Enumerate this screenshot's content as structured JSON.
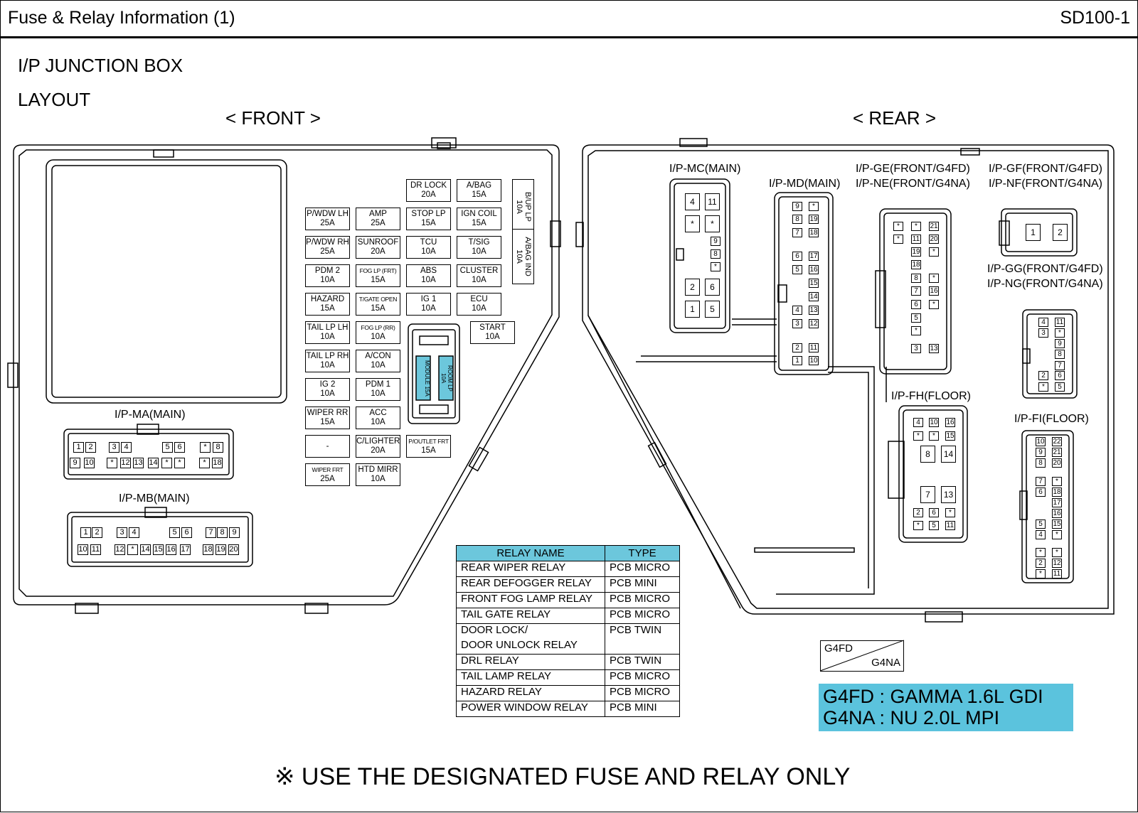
{
  "header": {
    "title": "Fuse & Relay Information (1)",
    "code": "SD100-1"
  },
  "section": {
    "title": "I/P JUNCTION BOX",
    "subtitle": "LAYOUT"
  },
  "views": {
    "front": "< FRONT >",
    "rear": "< REAR >"
  },
  "fuses": [
    {
      "name": "DR LOCK",
      "amp": "20A"
    },
    {
      "name": "A/BAG",
      "amp": "15A"
    },
    {
      "name": "P/WDW LH",
      "amp": "25A"
    },
    {
      "name": "AMP",
      "amp": "25A"
    },
    {
      "name": "STOP LP",
      "amp": "15A"
    },
    {
      "name": "IGN COIL",
      "amp": "15A"
    },
    {
      "name": "P/WDW RH",
      "amp": "25A"
    },
    {
      "name": "SUNROOF",
      "amp": "20A"
    },
    {
      "name": "TCU",
      "amp": "10A"
    },
    {
      "name": "T/SIG",
      "amp": "10A"
    },
    {
      "name": "PDM 2",
      "amp": "10A"
    },
    {
      "name": "FOG LP (FRT)",
      "amp": "15A"
    },
    {
      "name": "ABS",
      "amp": "10A"
    },
    {
      "name": "CLUSTER",
      "amp": "10A"
    },
    {
      "name": "HAZARD",
      "amp": "15A"
    },
    {
      "name": "T/GATE OPEN",
      "amp": "15A"
    },
    {
      "name": "IG 1",
      "amp": "10A"
    },
    {
      "name": "ECU",
      "amp": "10A"
    },
    {
      "name": "TAIL LP LH",
      "amp": "10A"
    },
    {
      "name": "FOG LP (RR)",
      "amp": "10A"
    },
    {
      "name": "START",
      "amp": "10A"
    },
    {
      "name": "TAIL LP RH",
      "amp": "10A"
    },
    {
      "name": "A/CON",
      "amp": "10A"
    },
    {
      "name": "IG 2",
      "amp": "10A"
    },
    {
      "name": "PDM 1",
      "amp": "10A"
    },
    {
      "name": "WIPER RR",
      "amp": "15A"
    },
    {
      "name": "ACC",
      "amp": "10A"
    },
    {
      "name": "-",
      "amp": ""
    },
    {
      "name": "C/LIGHTER",
      "amp": "20A"
    },
    {
      "name": "P/OUTLET FRT",
      "amp": "15A"
    },
    {
      "name": "WIPER FRT",
      "amp": "25A"
    },
    {
      "name": "HTD MIRR",
      "amp": "10A"
    }
  ],
  "vertical_fuses": [
    {
      "name": "B/UP LP",
      "amp": "10A"
    },
    {
      "name": "A/BAG IND",
      "amp": "10A"
    }
  ],
  "relay_block": {
    "left": "MODULE 15A",
    "right": "ROOM LP 10A",
    "color": "#6cc7dc"
  },
  "connectors": {
    "ma": {
      "label": "I/P-MA(MAIN)",
      "top": [
        "1",
        "2",
        "3",
        "4",
        "5",
        "6",
        "*",
        "8"
      ],
      "bottom": [
        "9",
        "10",
        "*",
        "12",
        "13",
        "14",
        "*",
        "*",
        "*",
        "18"
      ]
    },
    "mb": {
      "label": "I/P-MB(MAIN)",
      "top": [
        "1",
        "2",
        "3",
        "4",
        "5",
        "6",
        "7",
        "8",
        "9"
      ],
      "bottom": [
        "10",
        "11",
        "12",
        "*",
        "14",
        "15",
        "16",
        "17",
        "18",
        "19",
        "20"
      ]
    },
    "mc": {
      "label": "I/P-MC(MAIN)",
      "pins": [
        "4",
        "11",
        "*",
        "*",
        "9",
        "8",
        "*",
        "2",
        "6",
        "1",
        "5"
      ]
    },
    "md": {
      "label": "I/P-MD(MAIN)",
      "pins": [
        "9",
        "*",
        "8",
        "19",
        "7",
        "18",
        "6",
        "17",
        "5",
        "16",
        "15",
        "14",
        "4",
        "13",
        "3",
        "12",
        "2",
        "11",
        "1",
        "10"
      ]
    },
    "ge": {
      "label": "I/P-GE(FRONT/G4FD)",
      "label2": "I/P-NE(FRONT/G4NA)",
      "pins": [
        "*",
        "*",
        "21",
        "*",
        "11",
        "20",
        "19",
        "*",
        "18",
        "8",
        "*",
        "7",
        "16",
        "6",
        "*",
        "5",
        "*",
        "3",
        "13"
      ]
    },
    "gf": {
      "label": "I/P-GF(FRONT/G4FD)",
      "label2": "I/P-NF(FRONT/G4NA)",
      "pins": [
        "1",
        "2"
      ]
    },
    "gg": {
      "label": "I/P-GG(FRONT/G4FD)",
      "label2": "I/P-NG(FRONT/G4NA)",
      "pins": [
        "4",
        "11",
        "3",
        "*",
        "9",
        "8",
        "7",
        "2",
        "6",
        "*",
        "5"
      ]
    },
    "fh": {
      "label": "I/P-FH(FLOOR)",
      "pins": [
        "4",
        "10",
        "16",
        "*",
        "*",
        "15",
        "8",
        "14",
        "7",
        "13",
        "2",
        "6",
        "*",
        "*",
        "5",
        "11"
      ]
    },
    "fi": {
      "label": "I/P-FI(FLOOR)",
      "pins": [
        "10",
        "22",
        "9",
        "21",
        "8",
        "20",
        "7",
        "*",
        "6",
        "18",
        "17",
        "16",
        "5",
        "15",
        "4",
        "*",
        "*",
        "*",
        "2",
        "12",
        "*",
        "11"
      ]
    }
  },
  "relay_table": {
    "headers": [
      "RELAY NAME",
      "TYPE"
    ],
    "rows": [
      {
        "name": "REAR WIPER RELAY",
        "type": "PCB MICRO"
      },
      {
        "name": "REAR DEFOGGER RELAY",
        "type": "PCB MINI"
      },
      {
        "name": "FRONT FOG LAMP RELAY",
        "type": "PCB MICRO"
      },
      {
        "name": "TAIL GATE RELAY",
        "type": "PCB MICRO"
      },
      {
        "name": "DOOR LOCK/",
        "name2": "DOOR UNLOCK RELAY",
        "type": "PCB TWIN"
      },
      {
        "name": "DRL RELAY",
        "type": "PCB TWIN"
      },
      {
        "name": "TAIL LAMP RELAY",
        "type": "PCB MICRO"
      },
      {
        "name": "HAZARD RELAY",
        "type": "PCB MICRO"
      },
      {
        "name": "POWER WINDOW RELAY",
        "type": "PCB MINI"
      }
    ]
  },
  "legend": {
    "a": "G4FD",
    "b": "G4NA"
  },
  "engines": {
    "line1": "G4FD : GAMMA 1.6L GDI",
    "line2": "G4NA : NU 2.0L MPI",
    "color": "#5bc3dd"
  },
  "notice": "※ USE THE DESIGNATED FUSE AND RELAY ONLY"
}
